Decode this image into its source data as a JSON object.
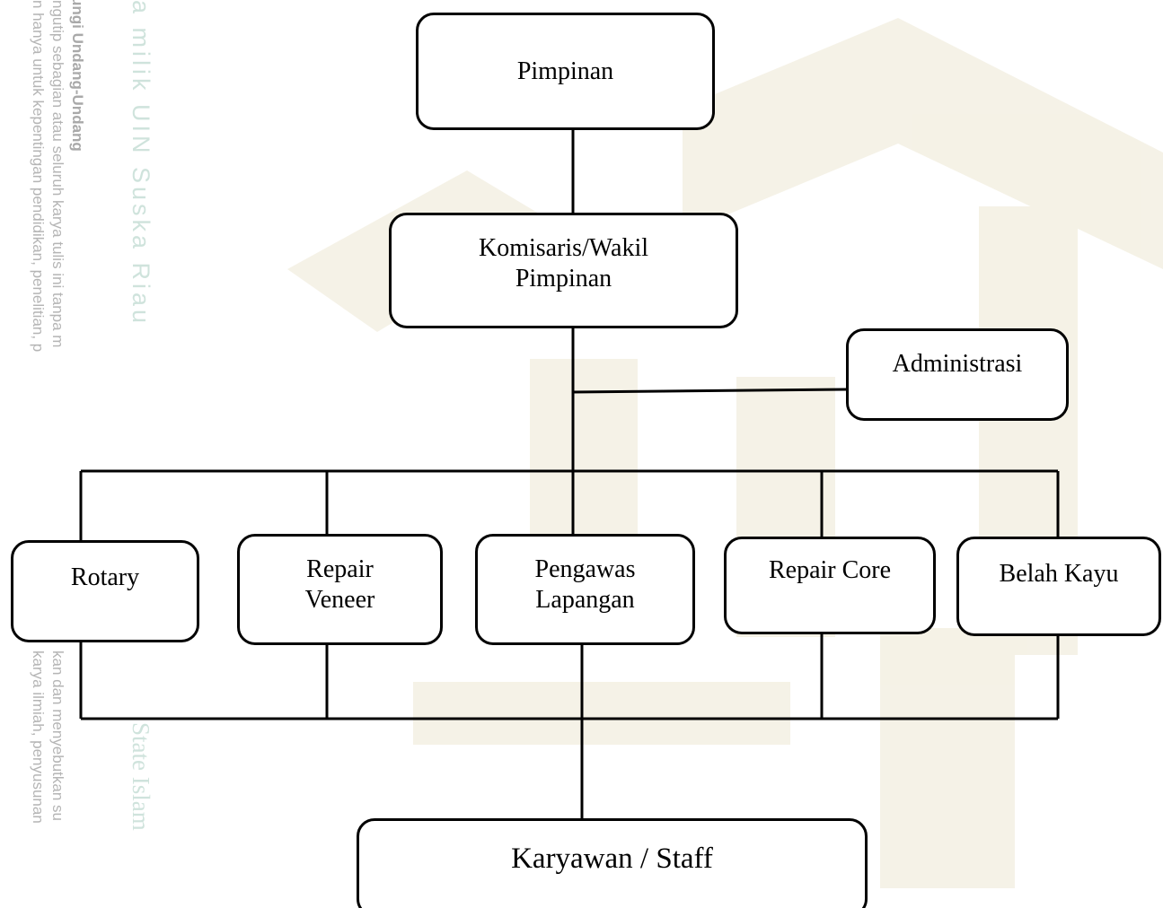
{
  "watermark": {
    "line1": "ungi Undang-Undang",
    "line2": "ngutip sebagian atau seluruh karya tulis ini tanpa m",
    "line3": "n hanya untuk kepentingan pendidikan, penelitian, p",
    "line2_tail": "kan dan menyebutkan su",
    "line3_tail": "karya ilmiah, penyusunan",
    "right1": "a milik UIN Suska Riau",
    "right2": "State Islam",
    "accent": "#cfe3dc"
  },
  "nodes": {
    "pimpinan": "Pimpinan",
    "komisaris": "Komisaris/Wakil\nPimpinan",
    "administrasi": "Administrasi",
    "rotary": "Rotary",
    "repair_veneer": "Repair\nVeneer",
    "pengawas": "Pengawas\nLapangan",
    "repair_core": "Repair Core",
    "belah_kayu": "Belah Kayu",
    "karyawan": "Karyawan / Staff"
  },
  "colors": {
    "stroke": "#000000",
    "background": "#ffffff"
  }
}
